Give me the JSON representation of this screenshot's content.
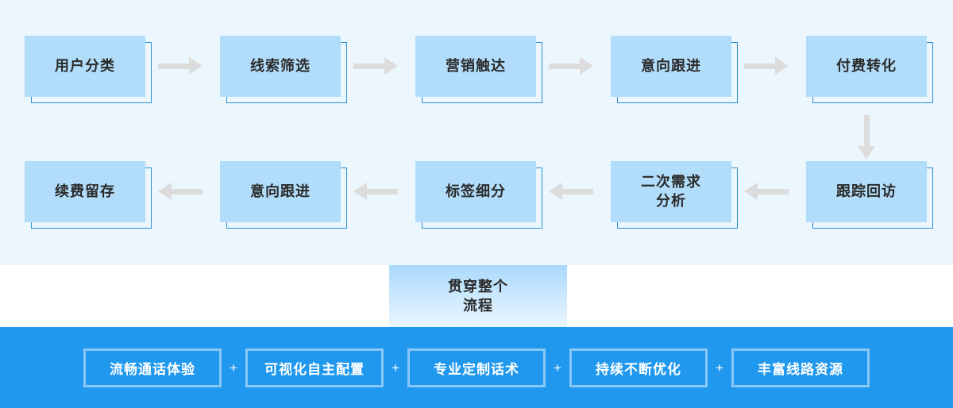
{
  "theme": {
    "flow_background": "#ebf6fd",
    "node_fill": "#b1ddfb",
    "node_outline": "#2c8fd6",
    "arrow_color": "#dcdcdc",
    "band_background": "#1f98ee",
    "pill_border": "#8cc8f7",
    "pill_text": "#ffffff",
    "node_text": "#2b2b2b"
  },
  "flow": {
    "row1": [
      {
        "label": "用户分类"
      },
      {
        "label": "线索筛选"
      },
      {
        "label": "营销触达"
      },
      {
        "label": "意向跟进"
      },
      {
        "label": "付费转化"
      }
    ],
    "row2": [
      {
        "label": "续费留存"
      },
      {
        "label": "意向跟进"
      },
      {
        "label": "标签细分"
      },
      {
        "label": "二次需求\n分析"
      },
      {
        "label": "跟踪回访"
      }
    ],
    "arrows_row1": [
      "arrow-right-icon",
      "arrow-right-icon",
      "arrow-right-icon",
      "arrow-right-icon"
    ],
    "arrows_row2": [
      "arrow-left-icon",
      "arrow-left-icon",
      "arrow-left-icon",
      "arrow-left-icon"
    ],
    "arrow_down": "arrow-down-icon"
  },
  "callout": {
    "label": "贯穿整个\n流程"
  },
  "features": {
    "separator": "+",
    "items": [
      {
        "label": "流畅通话体验"
      },
      {
        "label": "可视化自主配置"
      },
      {
        "label": "专业定制话术"
      },
      {
        "label": "持续不断优化"
      },
      {
        "label": "丰富线路资源"
      }
    ]
  }
}
